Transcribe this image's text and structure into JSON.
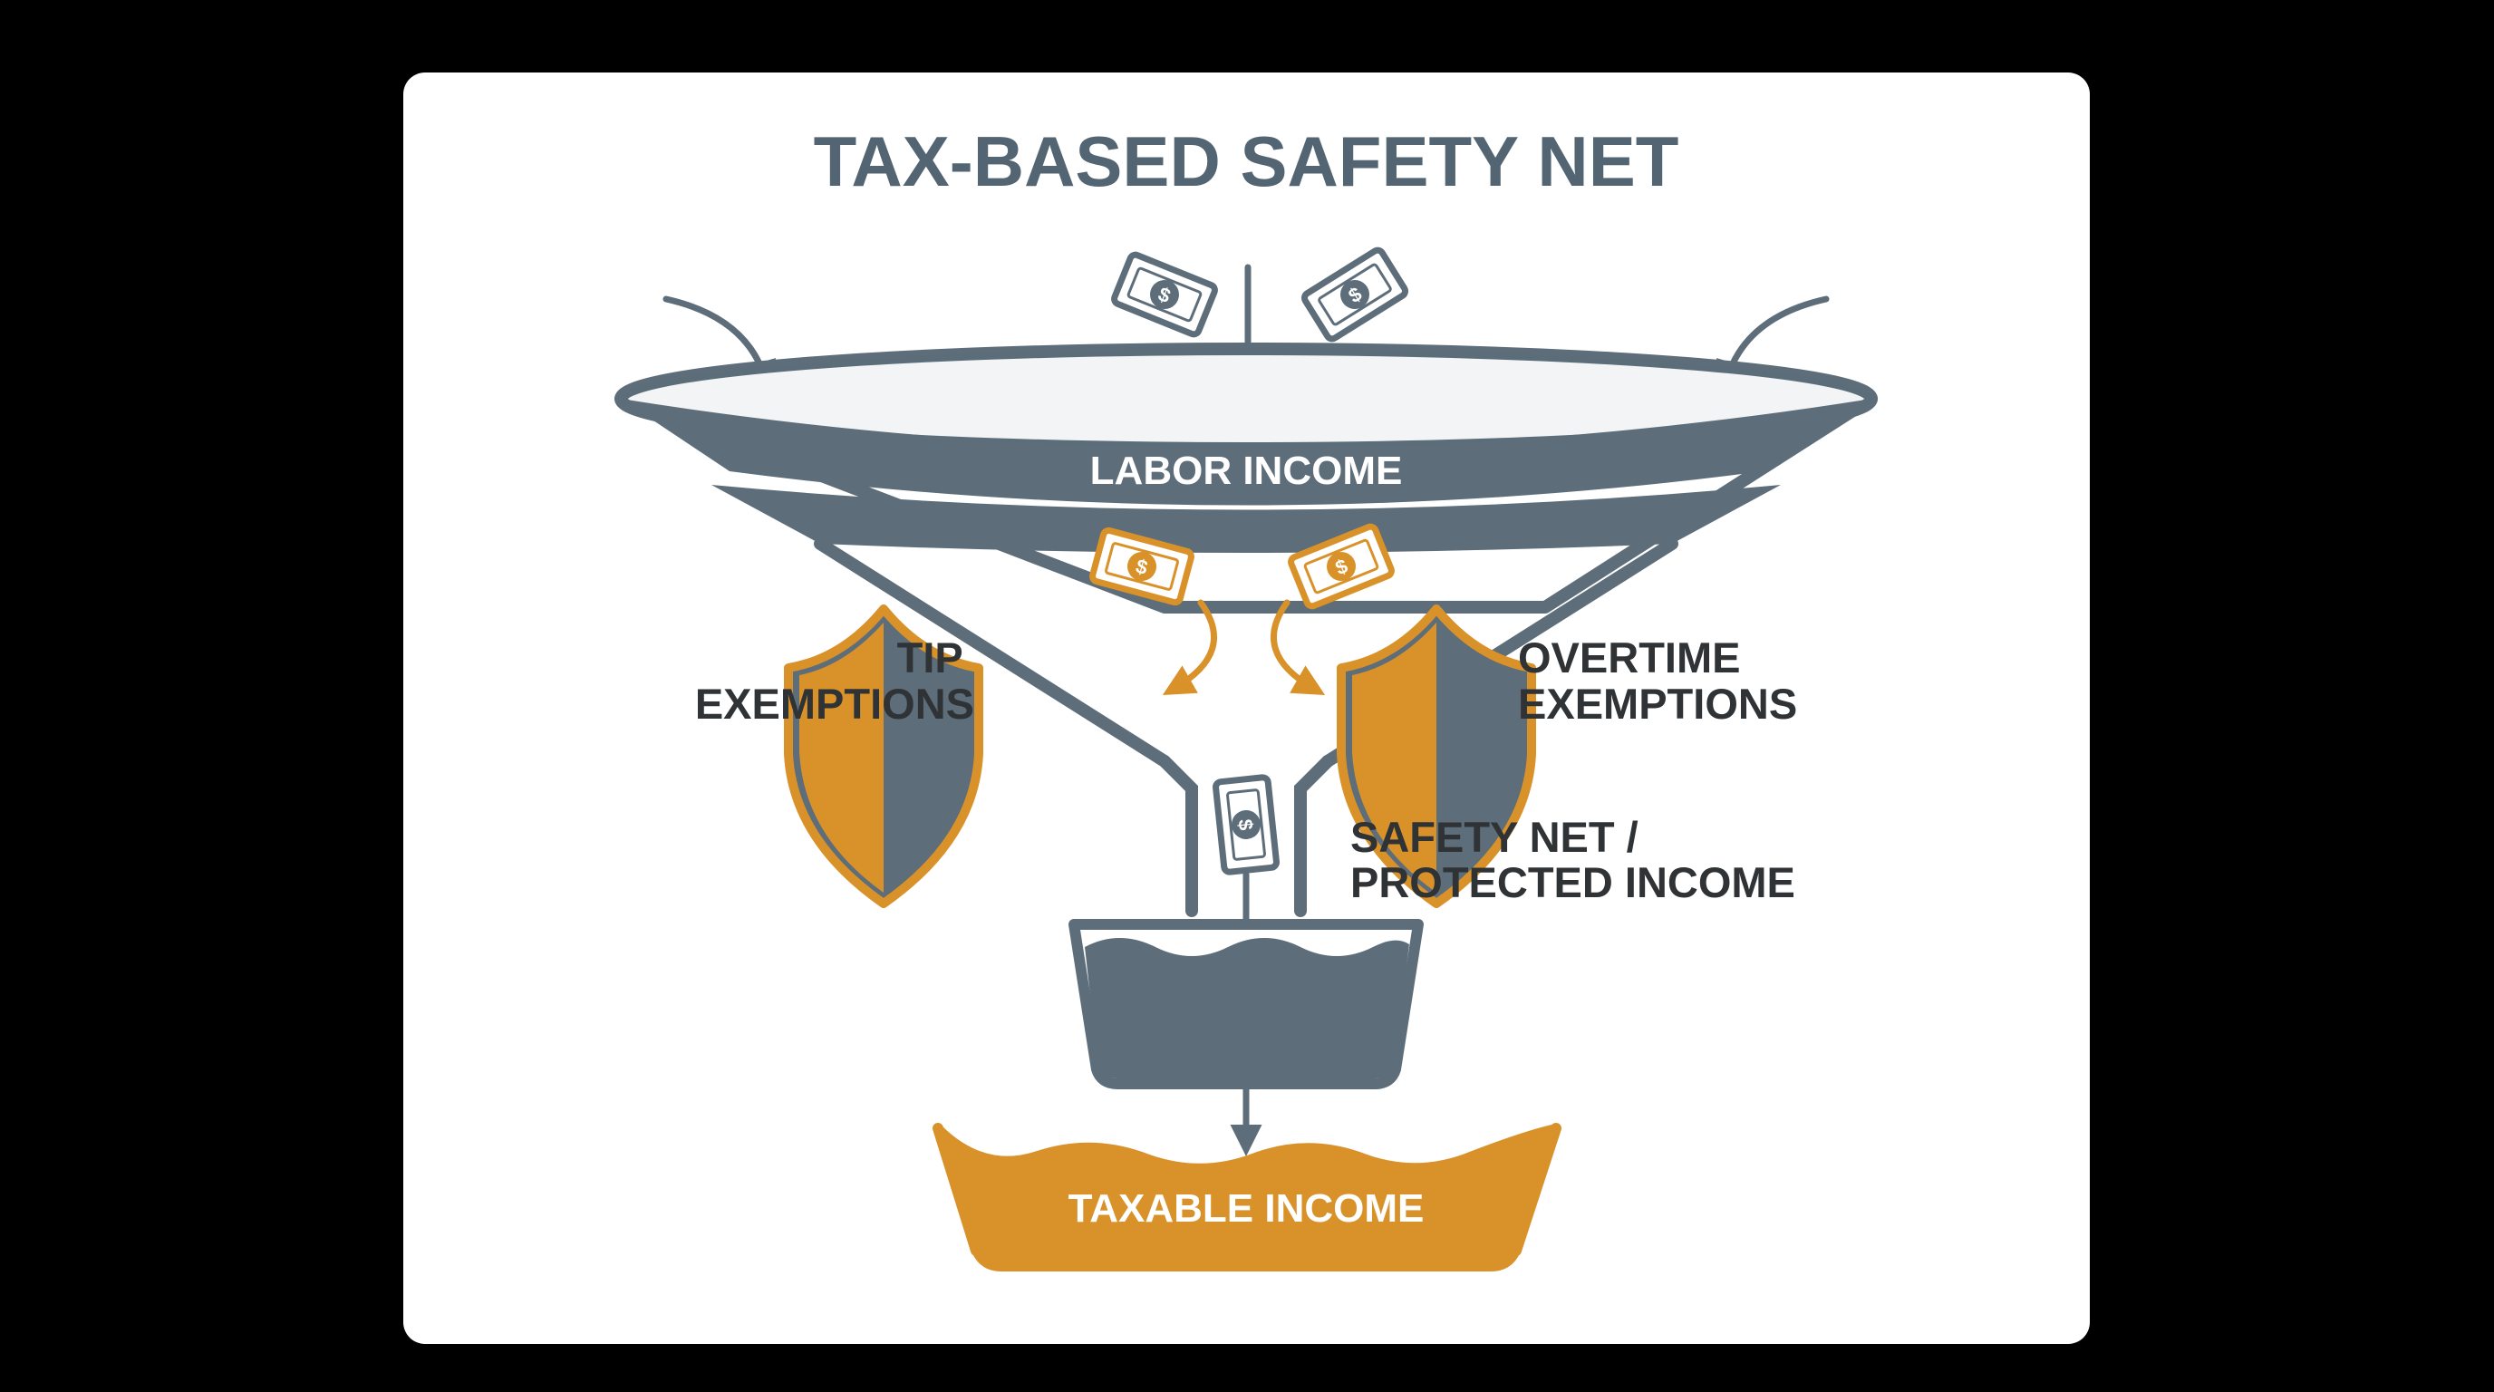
{
  "title": "TAX-BASED SAFETY NET",
  "labels": {
    "funnel_band": "LABOR INCOME",
    "left_shield": [
      "TIP",
      "EXEMPTIONS"
    ],
    "right_shield": [
      "OVERTIME",
      "EXEMPTIONS"
    ],
    "spout": [
      "SAFETY NET /",
      "PROTECTED INCOME"
    ],
    "bottom_basin": "TAXABLE INCOME"
  },
  "colors": {
    "slate": "#5d6d7a",
    "orange": "#d9922a",
    "text": "#2f3336",
    "title": "#536573",
    "card": "#ffffff",
    "background": "#000000"
  },
  "icons": [
    "dollar-bill-icon",
    "shield-icon",
    "arrow-icon",
    "funnel-icon",
    "basin-icon"
  ]
}
